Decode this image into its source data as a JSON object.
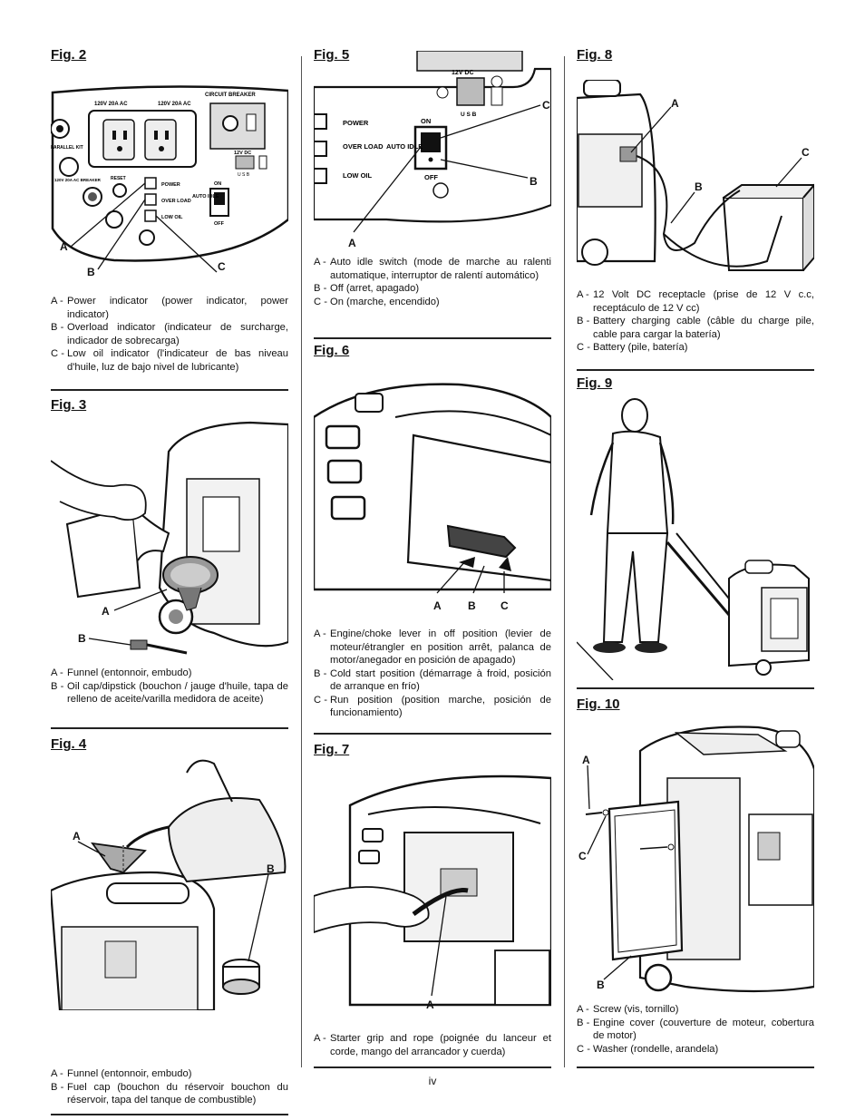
{
  "figures": {
    "fig2": {
      "title": "Fig. 2",
      "panel": {
        "outlet_left": "120V\n20A AC",
        "outlet_right": "120V\n20A AC",
        "circuit_breaker": "CIRCUIT BREAKER",
        "parallel_kit": "PARALLEL KIT",
        "breaker_rating": "120V 20A AC BREAKER",
        "reset": "RESET",
        "dc": "12V DC",
        "usb": "U S B",
        "power": "POWER",
        "over_load": "OVER LOAD",
        "low_oil": "LOW OIL",
        "auto_idle": "AUTO IDLE",
        "on": "ON",
        "off": "OFF"
      },
      "labels": [
        "A",
        "B",
        "C"
      ],
      "captions": [
        {
          "key": "A -",
          "text": "Power indicator (power indicator, power indicator)"
        },
        {
          "key": "B -",
          "text": "Overload indicator (indicateur de surcharge, indicador de sobrecarga)"
        },
        {
          "key": "C -",
          "text": "Low oil indicator (l'indicateur de bas niveau d'huile, luz de bajo nivel de lubricante)"
        }
      ]
    },
    "fig3": {
      "title": "Fig. 3",
      "labels": [
        "A",
        "B"
      ],
      "captions": [
        {
          "key": "A -",
          "text": "Funnel (entonnoir, embudo)"
        },
        {
          "key": "B -",
          "text": "Oil cap/dipstick (bouchon / jauge d'huile, tapa de relleno de aceite/varilla medidora de aceite)"
        }
      ]
    },
    "fig4": {
      "title": "Fig. 4",
      "labels": [
        "A",
        "B"
      ],
      "captions": [
        {
          "key": "A -",
          "text": "Funnel (entonnoir, embudo)"
        },
        {
          "key": "B -",
          "text": "Fuel cap (bouchon du réservoir bouchon du réservoir, tapa del tanque de combustible)"
        }
      ]
    },
    "fig5": {
      "title": "Fig. 5",
      "panel": {
        "dc": "12V DC",
        "usb": "U S B",
        "power": "POWER",
        "over_load": "OVER LOAD",
        "low_oil": "LOW OIL",
        "auto_idle": "AUTO IDLE",
        "on": "ON",
        "off": "OFF"
      },
      "labels": [
        "A",
        "B",
        "C"
      ],
      "captions": [
        {
          "key": "A -",
          "text": "Auto idle switch (mode de marche au ralenti automatique, interruptor de ralentí automático)"
        },
        {
          "key": "B -",
          "text": "Off (arret, apagado)"
        },
        {
          "key": "C -",
          "text": "On (marche, encendido)"
        }
      ]
    },
    "fig6": {
      "title": "Fig. 6",
      "labels": [
        "A",
        "B",
        "C"
      ],
      "captions": [
        {
          "key": "A -",
          "text": "Engine/choke lever in off position (levier de moteur/étrangler en position arrêt, palanca de motor/anegador en posición de apagado)"
        },
        {
          "key": "B -",
          "text": "Cold start position (démarrage à froid, posición de arranque en frío)"
        },
        {
          "key": "C -",
          "text": "Run position (position marche, posición de funcionamiento)"
        }
      ]
    },
    "fig7": {
      "title": "Fig. 7",
      "labels": [
        "A"
      ],
      "captions": [
        {
          "key": "A -",
          "text": "Starter grip and rope (poignée du lanceur et corde, mango del arrancador y cuerda)"
        }
      ]
    },
    "fig8": {
      "title": "Fig. 8",
      "labels": [
        "A",
        "B",
        "C"
      ],
      "captions": [
        {
          "key": "A -",
          "text": "12 Volt DC receptacle (prise de 12 V c.c, receptáculo de 12 V cc)"
        },
        {
          "key": "B -",
          "text": "Battery charging cable (câble du charge pile, cable para cargar la batería)"
        },
        {
          "key": "C -",
          "text": "Battery (pile, batería)"
        }
      ]
    },
    "fig9": {
      "title": "Fig. 9",
      "captions": []
    },
    "fig10": {
      "title": "Fig. 10",
      "labels": [
        "A",
        "B",
        "C"
      ],
      "captions": [
        {
          "key": "A -",
          "text": "Screw (vis, tornillo)"
        },
        {
          "key": "B -",
          "text": "Engine cover (couverture de moteur, cobertura de motor)"
        },
        {
          "key": "C -",
          "text": "Washer (rondelle, arandela)"
        }
      ]
    }
  },
  "page_number": "iv"
}
